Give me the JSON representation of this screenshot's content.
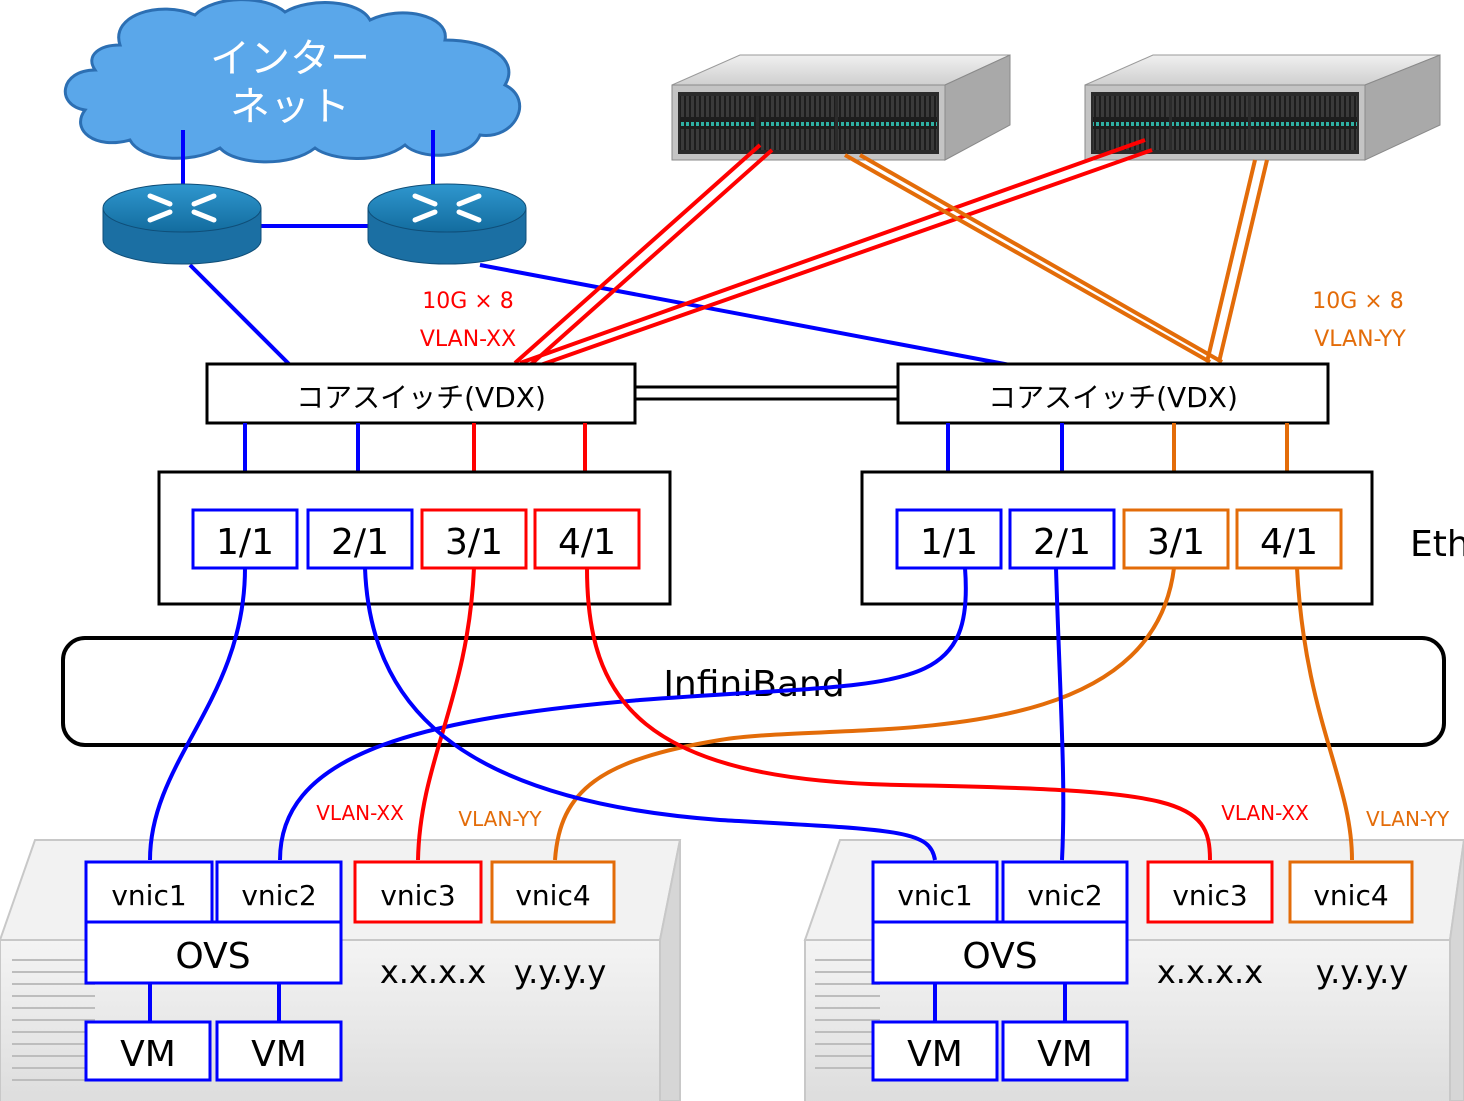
{
  "colors": {
    "blue": "#0000ff",
    "red": "#ff0000",
    "orange": "#e36c09",
    "cloud": "#5aa7ea",
    "router": "#1e7fb8"
  },
  "internet": {
    "line1": "インター",
    "line2": "ネット"
  },
  "links": {
    "left_speed": "10G × 8",
    "left_vlan": "VLAN-XX",
    "right_speed": "10G × 8",
    "right_vlan": "VLAN-YY"
  },
  "core_switch_left": "コアスイッチ(VDX)",
  "core_switch_right": "コアスイッチ(VDX)",
  "ports_left": [
    "1/1",
    "2/1",
    "3/1",
    "4/1"
  ],
  "ports_right": [
    "1/1",
    "2/1",
    "3/1",
    "4/1"
  ],
  "eth_label": "Eth",
  "infiniband_label": "InfiniBand",
  "server_left": {
    "vnics": [
      "vnic1",
      "vnic2",
      "vnic3",
      "vnic4"
    ],
    "ovs": "OVS",
    "vms": [
      "VM",
      "VM"
    ],
    "ip_x": "x.x.x.x",
    "ip_y": "y.y.y.y",
    "vlan_xx": "VLAN-XX",
    "vlan_yy": "VLAN-YY"
  },
  "server_right": {
    "vnics": [
      "vnic1",
      "vnic2",
      "vnic3",
      "vnic4"
    ],
    "ovs": "OVS",
    "vms": [
      "VM",
      "VM"
    ],
    "ip_x": "x.x.x.x",
    "ip_y": "y.y.y.y",
    "vlan_xx": "VLAN-XX",
    "vlan_yy": "VLAN-YY"
  }
}
